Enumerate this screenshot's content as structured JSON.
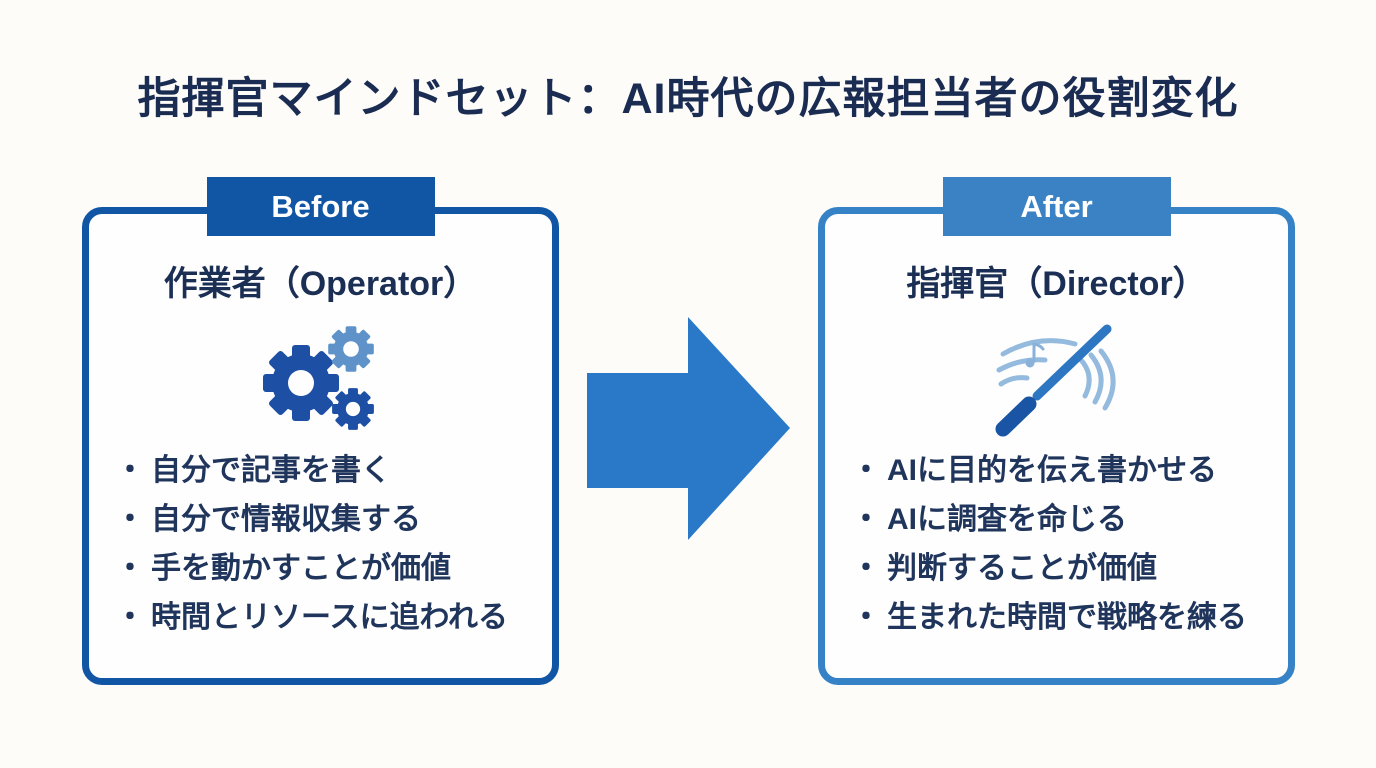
{
  "title": "指揮官マインドセット：AI時代の広報担当者の役割変化",
  "bullet_char": "・",
  "colors": {
    "background": "#fdfcf9",
    "title_text": "#1a2c52",
    "body_text": "#20355c",
    "before_accent": "#1156a5",
    "after_accent": "#3b82c4",
    "arrow": "#2979c8",
    "gear_dark": "#1d4fa4",
    "gear_light": "#5e92c9",
    "baton_dark": "#1a55a5",
    "baton_mid": "#2d77c2",
    "wave_light": "#94bade"
  },
  "before_panel": {
    "tab_label": "Before",
    "heading": "作業者（Operator）",
    "icon": "gears-icon",
    "bullets": [
      "自分で記事を書く",
      "自分で情報収集する",
      "手を動かすことが価値",
      "時間とリソースに追われる"
    ]
  },
  "after_panel": {
    "tab_label": "After",
    "heading": "指揮官（Director）",
    "icon": "conductor-baton-icon",
    "bullets": [
      "AIに目的を伝え書かせる",
      "AIに調査を命じる",
      "判断することが価値",
      "生まれた時間で戦略を練る"
    ]
  }
}
